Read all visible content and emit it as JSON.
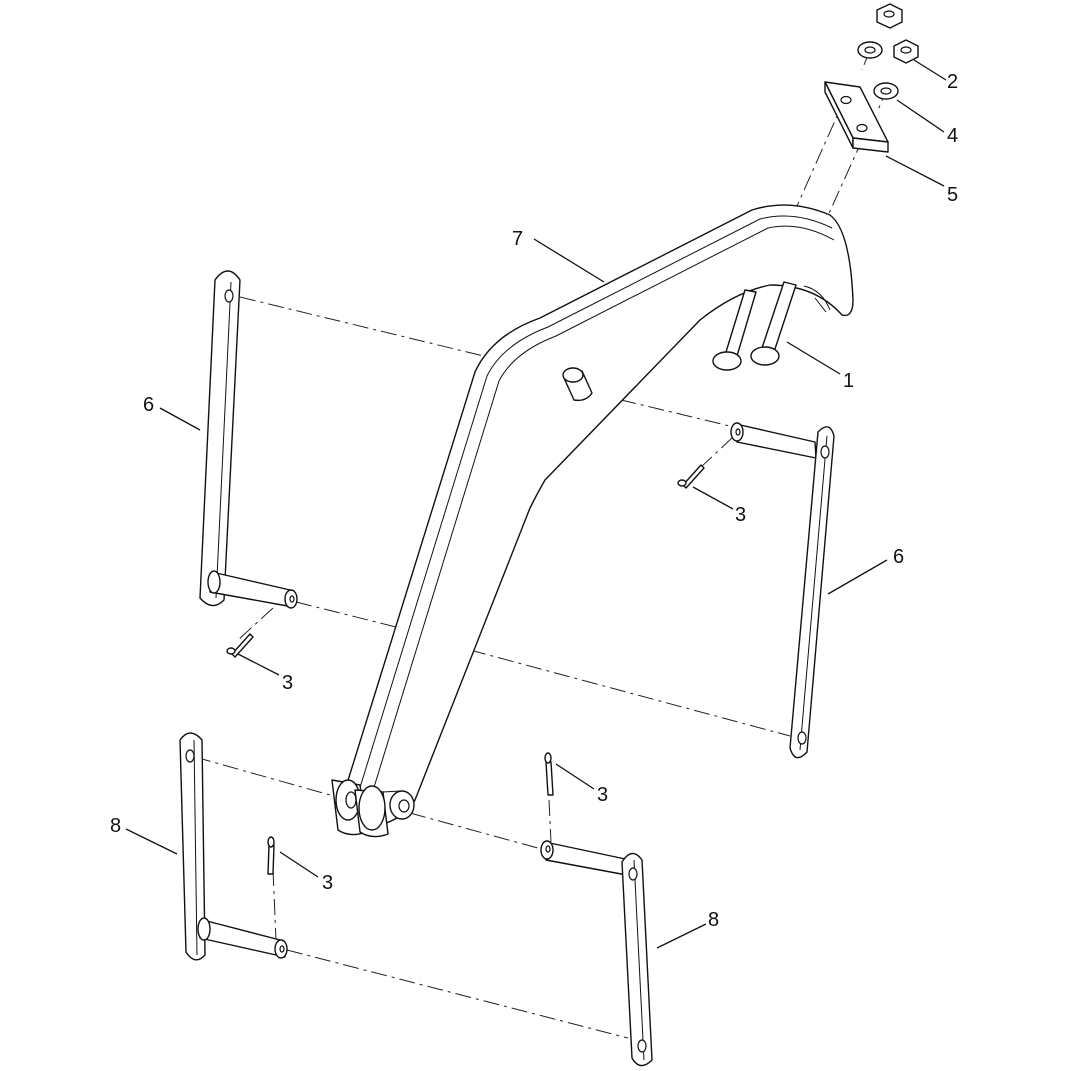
{
  "callouts": {
    "c1": "1",
    "c2": "2",
    "c3a": "3",
    "c3b": "3",
    "c3c": "3",
    "c3d": "3",
    "c4": "4",
    "c5": "5",
    "c6a": "6",
    "c6b": "6",
    "c7": "7",
    "c8a": "8",
    "c8b": "8"
  }
}
